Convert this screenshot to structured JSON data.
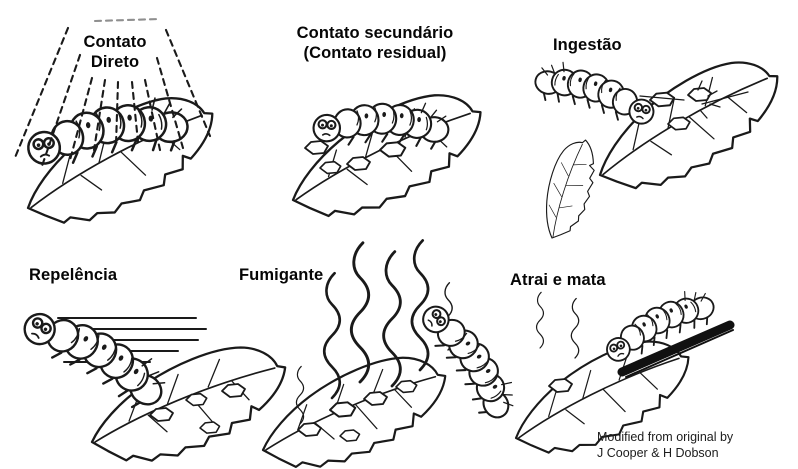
{
  "figure": {
    "colors": {
      "background": "#ffffff",
      "ink": "#1a1a1a",
      "caption_text": "#060606",
      "bait_stick": "#111111"
    },
    "panels": [
      {
        "id": "contato-direto",
        "caption": "Contato\nDireto",
        "drawing": "caterpillar-on-leaf-under-dashed-spray"
      },
      {
        "id": "contato-secundario",
        "caption": "Contato secundário\n(Contato residual)",
        "drawing": "caterpillar-crawling-over-leaf-with-residue-deposits"
      },
      {
        "id": "ingestao",
        "caption": "Ingestão",
        "drawing": "caterpillar-eating-treated-leaf-with-deposits"
      },
      {
        "id": "repelencia",
        "caption": "Repelência",
        "drawing": "caterpillar-fleeing-leaf-with-speed-lines"
      },
      {
        "id": "fumigante",
        "caption": "Fumigante",
        "drawing": "caterpillar-rearing-from-leaf-with-rising-fumes"
      },
      {
        "id": "atrai-e-mata",
        "caption": "Atrai e mata",
        "drawing": "caterpillar-lured-down-bait-stick-to-leaf"
      }
    ],
    "credit": "Modified from original by\nJ Cooper & H Dobson"
  }
}
